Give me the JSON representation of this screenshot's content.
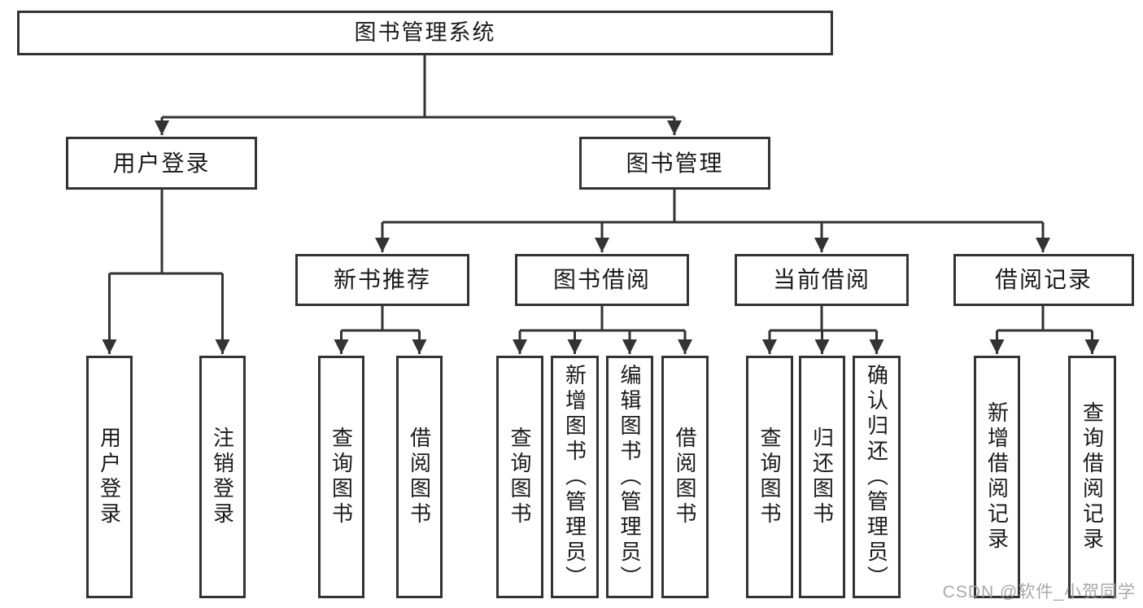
{
  "diagram": {
    "root": {
      "label": "图书管理系统"
    },
    "branches": {
      "user_login": {
        "label": "用户登录",
        "children": {
          "login": {
            "label": "用户登录"
          },
          "logout": {
            "label": "注销登录"
          }
        }
      },
      "book_mgmt": {
        "label": "图书管理",
        "children": {
          "new_book_rec": {
            "label": "新书推荐",
            "children": {
              "query_books": {
                "label": "查询图书"
              },
              "borrow_books": {
                "label": "借阅图书"
              }
            }
          },
          "book_borrow": {
            "label": "图书借阅",
            "children": {
              "query_books": {
                "label": "查询图书"
              },
              "add_books": {
                "label": "新增图书（管理员）"
              },
              "edit_books": {
                "label": "编辑图书（管理员）"
              },
              "borrow_books": {
                "label": "借阅图书"
              }
            }
          },
          "current_borrow": {
            "label": "当前借阅",
            "children": {
              "query_books": {
                "label": "查询图书"
              },
              "return_books": {
                "label": "归还图书"
              },
              "confirm_return": {
                "label": "确认归还（管理员）"
              }
            }
          },
          "borrow_records": {
            "label": "借阅记录",
            "children": {
              "add_record": {
                "label": "新增借阅记录"
              },
              "query_record": {
                "label": "查询借阅记录"
              }
            }
          }
        }
      }
    }
  },
  "watermark": {
    "text": "CSDN @软件_小贺同学",
    "color": "#9e9e9e"
  },
  "colors": {
    "line": "#333333",
    "box_border": "#333333",
    "text": "#1a1a1a",
    "background": "#ffffff"
  }
}
